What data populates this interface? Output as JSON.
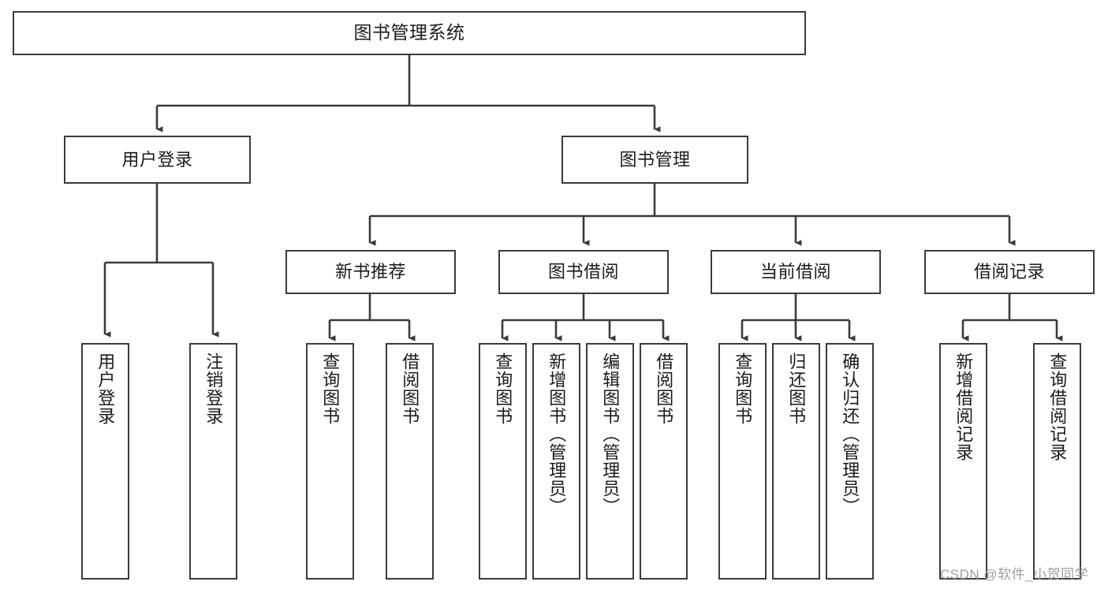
{
  "diagram": {
    "title": "图书管理系统",
    "type": "tree-hierarchy",
    "stroke_color": "#3b3b3b",
    "background_color": "#ffffff",
    "text_color": "#1b1b1b"
  },
  "nodes": {
    "root": {
      "label": "图书管理系统"
    },
    "tier2": [
      {
        "id": "user-login",
        "label": "用户登录"
      },
      {
        "id": "book-manage",
        "label": "图书管理"
      }
    ],
    "tier3": [
      {
        "id": "new-book-recommend",
        "label": "新书推荐"
      },
      {
        "id": "book-borrow",
        "label": "图书借阅"
      },
      {
        "id": "current-borrow",
        "label": "当前借阅"
      },
      {
        "id": "borrow-record",
        "label": "借阅记录"
      }
    ],
    "leaves": {
      "user-login": [
        {
          "id": "leaf-user-login",
          "label": "用户登录"
        },
        {
          "id": "leaf-logout",
          "label": "注销登录"
        }
      ],
      "new-book-recommend": [
        {
          "id": "leaf-query-book-1",
          "label": "查询图书"
        },
        {
          "id": "leaf-borrow-book-1",
          "label": "借阅图书"
        }
      ],
      "book-borrow": [
        {
          "id": "leaf-query-book-2",
          "label": "查询图书"
        },
        {
          "id": "leaf-add-book",
          "label": "新增图书（管理员）"
        },
        {
          "id": "leaf-edit-book",
          "label": "编辑图书（管理员）"
        },
        {
          "id": "leaf-borrow-book-2",
          "label": "借阅图书"
        }
      ],
      "current-borrow": [
        {
          "id": "leaf-query-book-3",
          "label": "查询图书"
        },
        {
          "id": "leaf-return-book",
          "label": "归还图书"
        },
        {
          "id": "leaf-confirm-return",
          "label": "确认归还（管理员）"
        }
      ],
      "borrow-record": [
        {
          "id": "leaf-add-record",
          "label": "新增借阅记录"
        },
        {
          "id": "leaf-query-record",
          "label": "查询借阅记录"
        }
      ]
    }
  },
  "watermark": {
    "text": "CSDN @软件_小贺同学"
  }
}
